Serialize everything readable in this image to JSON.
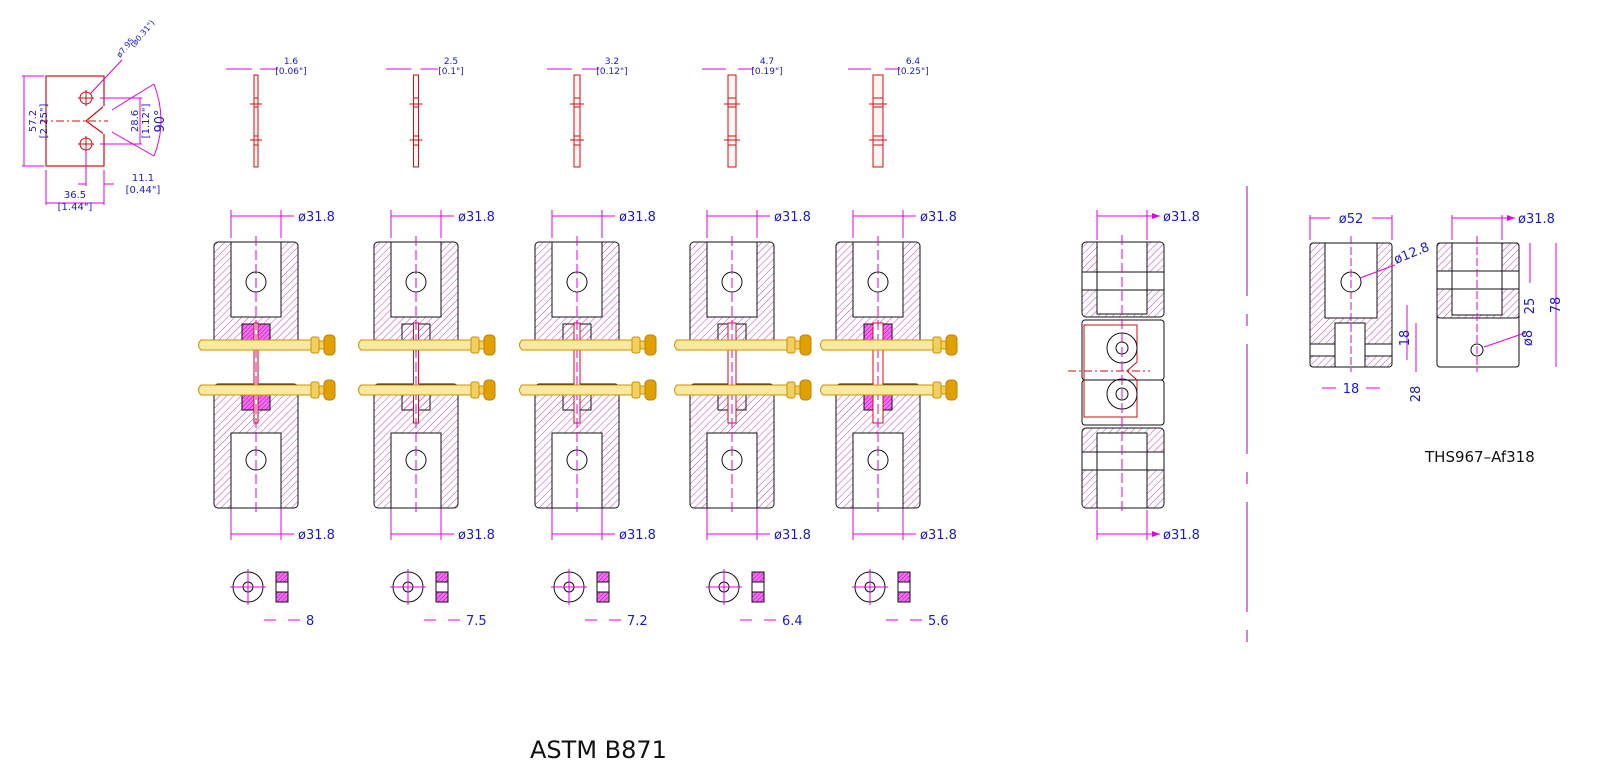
{
  "title": "ASTM  B871",
  "drawing_number": "THS967–Af318",
  "colors": {
    "dimension": "#e000e0",
    "text": "#1a1acc",
    "outline": "#111111",
    "specimen": "#cc1111",
    "hatch": "#d040d0",
    "bolt": "#e0a000",
    "bolt_fill": "#f8e8a0"
  },
  "specimen_detail": {
    "height": "57.2",
    "height_in": "[2.25\"]",
    "hole_spacing": "28.6",
    "hole_spacing_in": "[1.12\"]",
    "notch_angle": "90°",
    "width": "36.5",
    "width_in": "[1.44\"]",
    "notch_depth": "11.1",
    "notch_depth_in": "[0.44\"]",
    "hole_dia": "ø7.95",
    "hole_dia_in": "(ø0.31\")"
  },
  "thicknesses": [
    {
      "mm": "1.6",
      "in": "[0.06\"]",
      "spacer": "8"
    },
    {
      "mm": "2.5",
      "in": "[0.1\"]",
      "spacer": "7.5"
    },
    {
      "mm": "3.2",
      "in": "[0.12\"]",
      "spacer": "7.2"
    },
    {
      "mm": "4.7",
      "in": "[0.19\"]",
      "spacer": "6.4"
    },
    {
      "mm": "6.4",
      "in": "[0.25\"]",
      "spacer": "5.6"
    }
  ],
  "grip_diameter": "ø31.8",
  "side_view": {
    "diameter_top": "ø31.8",
    "diameter_bottom": "ø31.8"
  },
  "part_detail": {
    "outer_dia": "ø52",
    "hole_dia": "ø12.8",
    "slot_width": "18",
    "slot_depth": "18",
    "slot_height": "28"
  },
  "part_side": {
    "dia": "ø31.8",
    "pin_dia": "ø8",
    "upper": "25",
    "overall": "78"
  }
}
